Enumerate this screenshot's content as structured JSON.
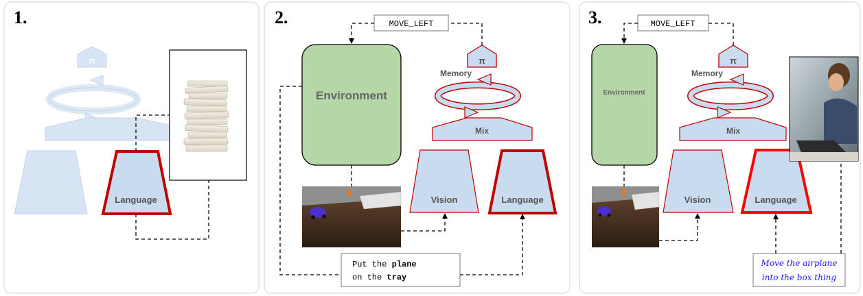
{
  "panels": [
    {
      "number": "1."
    },
    {
      "number": "2."
    },
    {
      "number": "3."
    }
  ],
  "labels": {
    "pi": "π",
    "language": "Language",
    "vision": "Vision",
    "mix": "Mix",
    "memory": "Memory",
    "environment": "Environment"
  },
  "action": "MOVE_LEFT",
  "instruction": {
    "line1_a": "Put the ",
    "line1_b": "plane",
    "line2_a": "on the ",
    "line2_b": "tray"
  },
  "handwritten": {
    "line1": "Move the airplane",
    "line2": "into the box thing"
  },
  "colors": {
    "module_fill": "#c9dcef",
    "faded_fill": "#d6e4f3",
    "accent_red": "#c00000",
    "bright_red": "#ff0000",
    "env_green": "#b5d7a8",
    "hand_blue": "#1a1aff"
  }
}
